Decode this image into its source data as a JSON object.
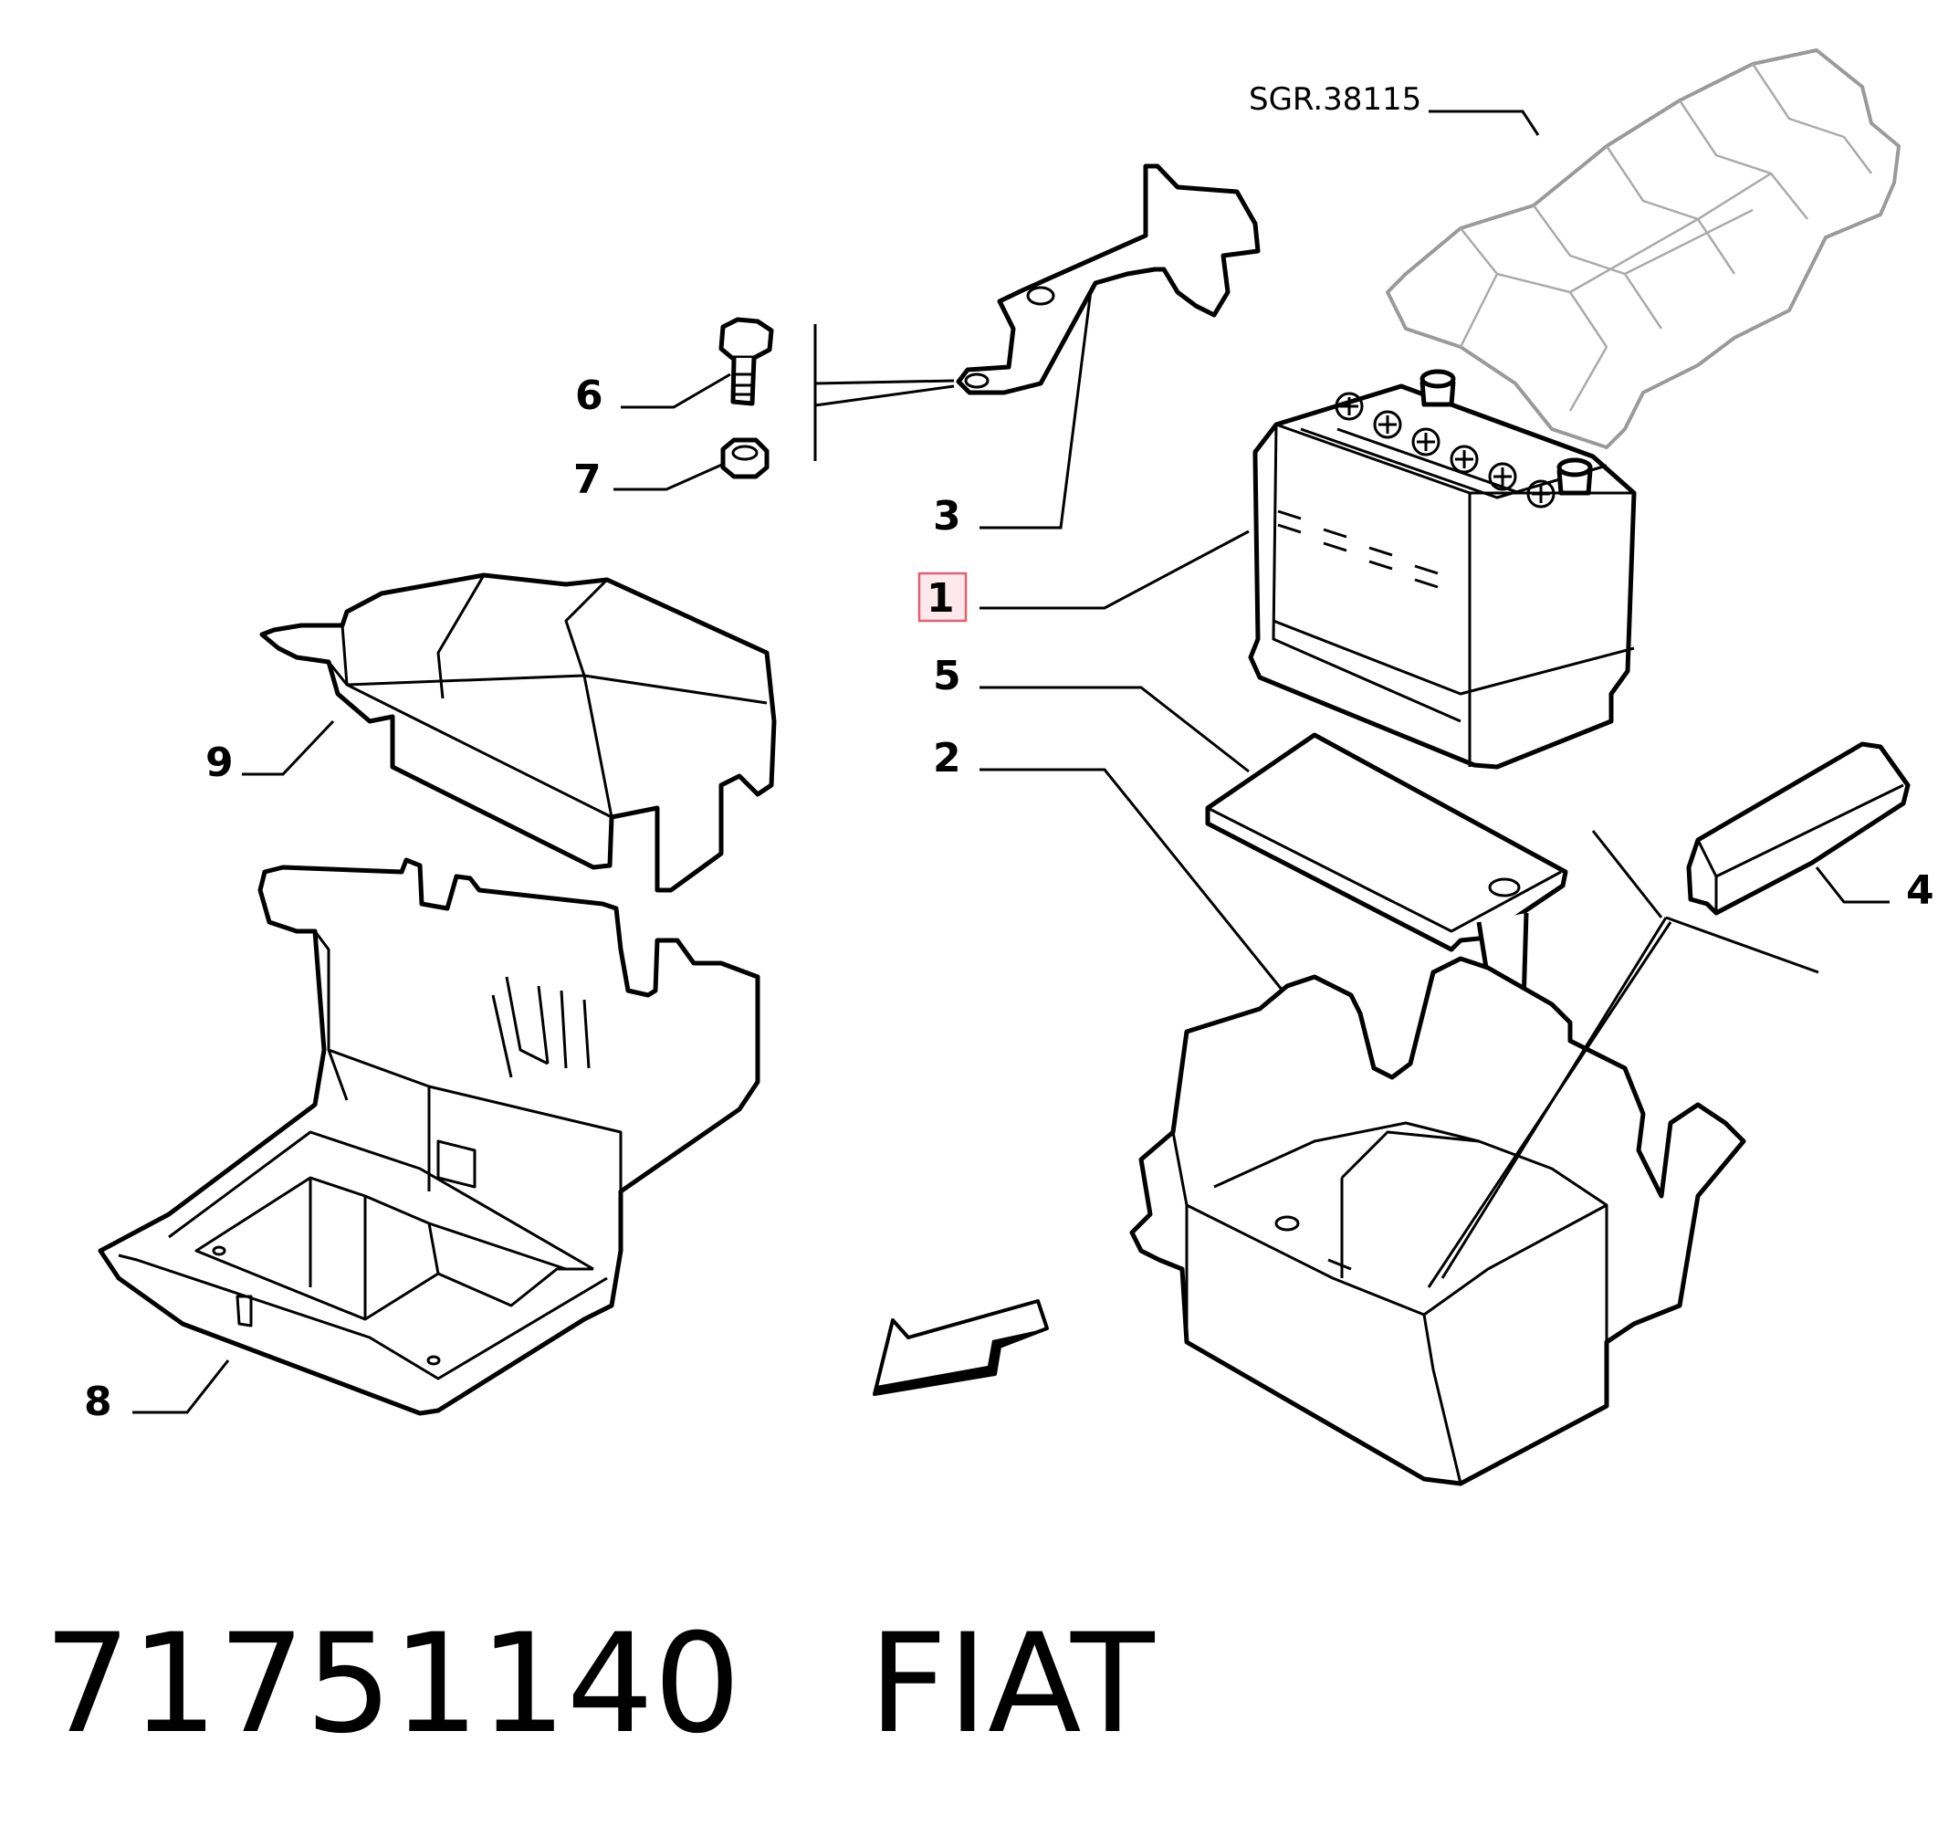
{
  "reference_code": "SGR.38115",
  "callouts": {
    "c1": "1",
    "c2": "2",
    "c3": "3",
    "c4": "4",
    "c5": "5",
    "c6": "6",
    "c7": "7",
    "c8": "8",
    "c9": "9"
  },
  "highlight_color": "#e06070",
  "caption": {
    "part_number": "71751140",
    "brand": "FIAT"
  }
}
